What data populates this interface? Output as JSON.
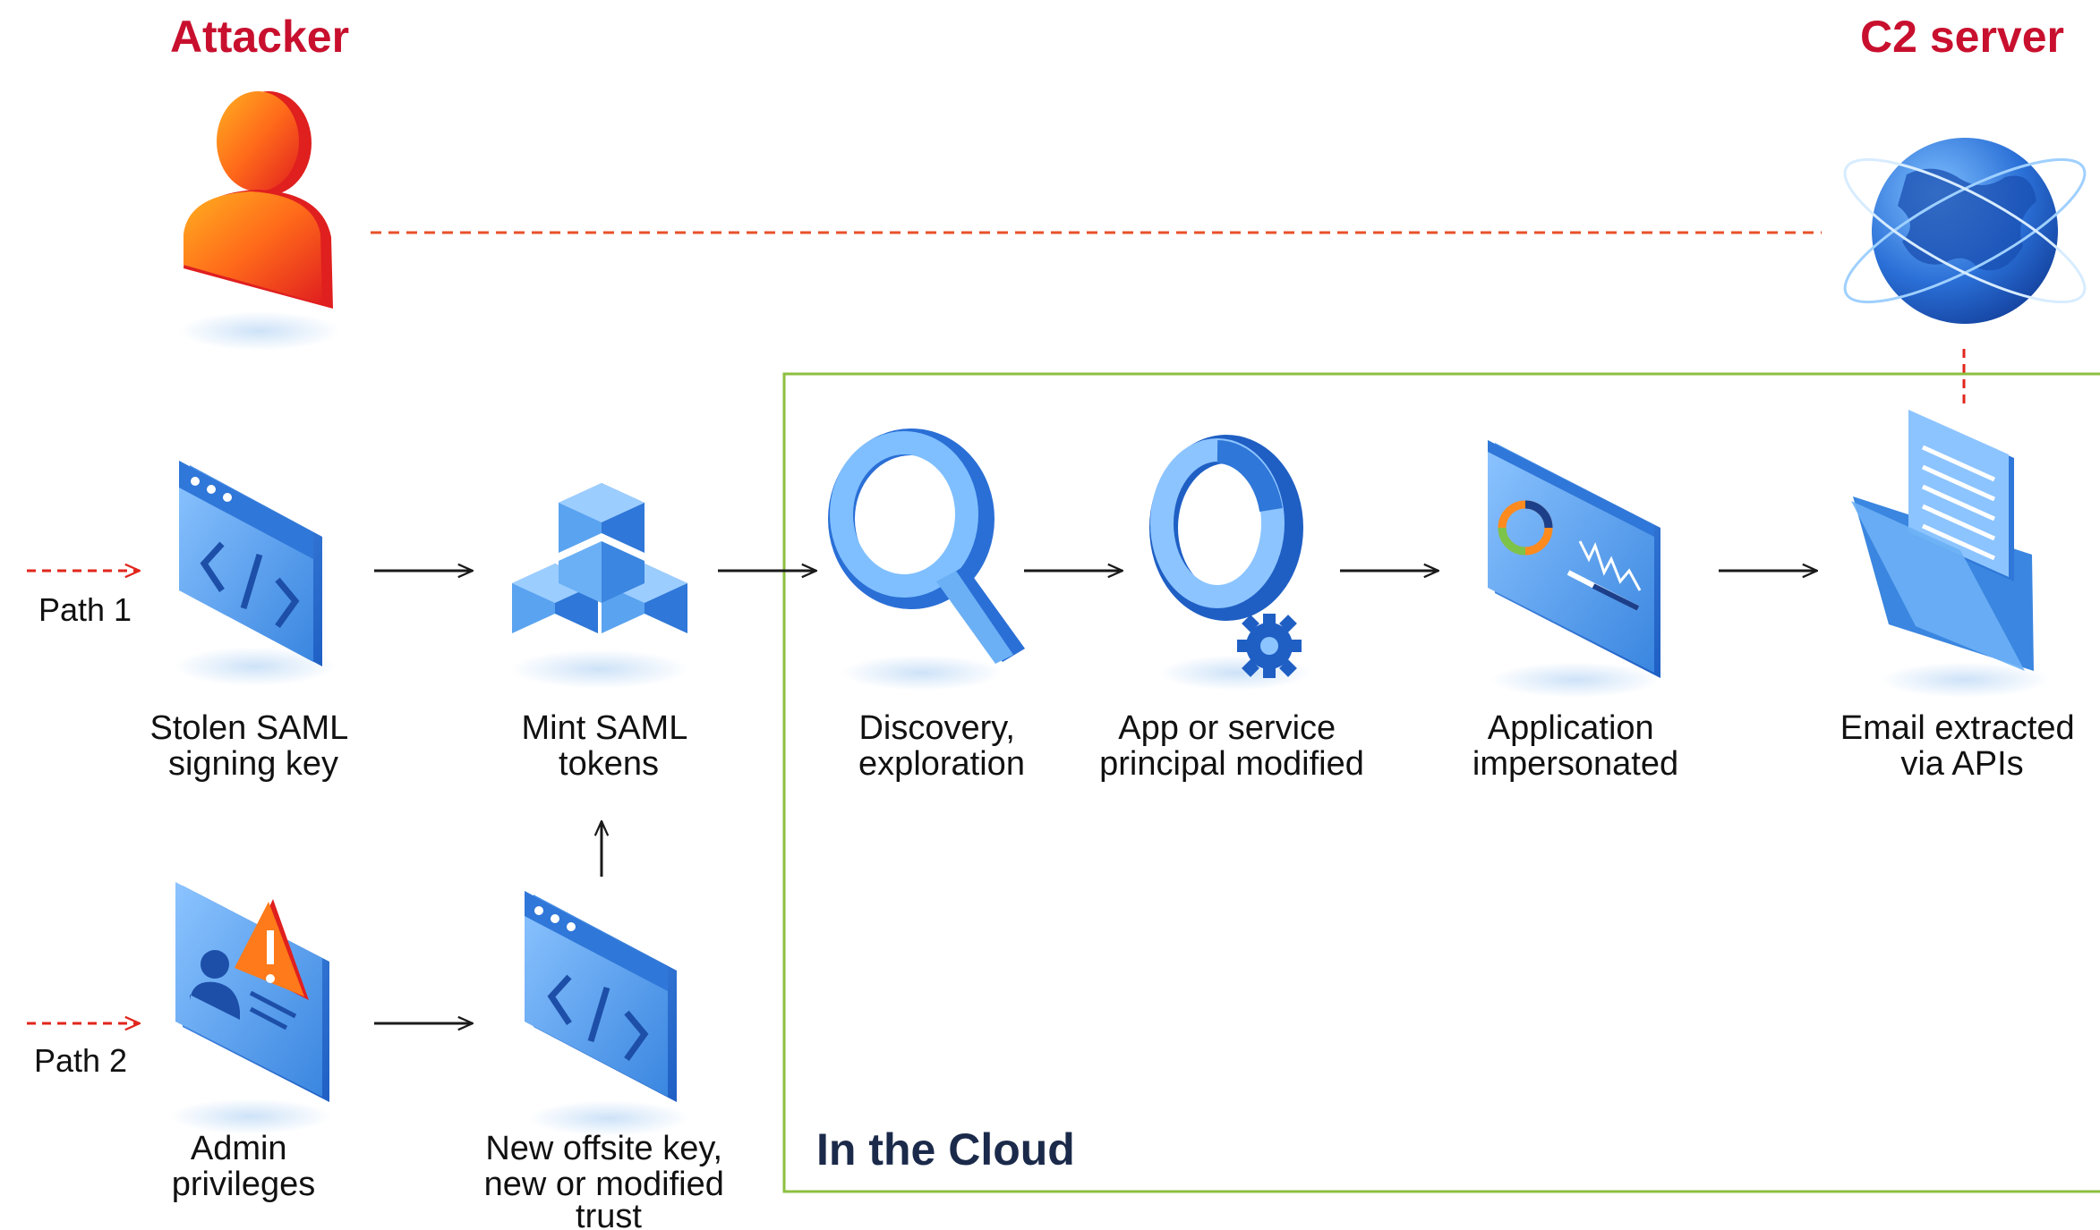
{
  "header": {
    "attacker": "Attacker",
    "c2": "C2 server"
  },
  "paths": {
    "path1": "Path 1",
    "path2": "Path 2"
  },
  "region": {
    "label": "In the Cloud"
  },
  "nodes": {
    "stolen_key": [
      "Stolen SAML",
      "signing key"
    ],
    "mint_tokens": [
      "Mint SAML",
      "tokens"
    ],
    "discovery": [
      "Discovery,",
      "exploration"
    ],
    "app_modified": [
      "App or service",
      "principal modified"
    ],
    "app_impersonated": [
      "Application",
      "impersonated"
    ],
    "email_extracted": [
      "Email extracted",
      "via APIs"
    ],
    "admin": [
      "Admin",
      "privileges"
    ],
    "new_key": [
      "New offsite key,",
      "new or modified",
      "trust"
    ]
  },
  "colors": {
    "attacker_red": "#c8102e",
    "cloud_border": "#8cbf3f",
    "dashed_orange": "#e8502a",
    "arrow": "#1a1a1a",
    "icon_blue": "#3f8fe6",
    "cloud_label": "#1b2a4a"
  }
}
